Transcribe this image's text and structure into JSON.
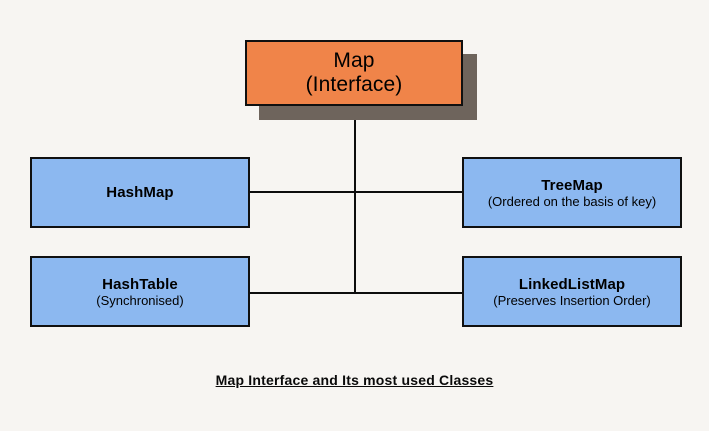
{
  "diagram": {
    "caption": "Map Interface and Its most used Classes",
    "colors": {
      "background": "#f7f5f2",
      "interface_fill": "#f08449",
      "class_fill": "#8cb8f0",
      "shadow": "#6e645c",
      "border": "#101010",
      "connector": "#0d0d0d"
    },
    "root": {
      "name": "Map",
      "stereotype": "(Interface)"
    },
    "classes": [
      {
        "name": "HashMap",
        "note": ""
      },
      {
        "name": "TreeMap",
        "note": "(Ordered on the basis of key)"
      },
      {
        "name": "HashTable",
        "note": "(Synchronised)"
      },
      {
        "name": "LinkedListMap",
        "note": "(Preserves Insertion Order)"
      }
    ]
  }
}
